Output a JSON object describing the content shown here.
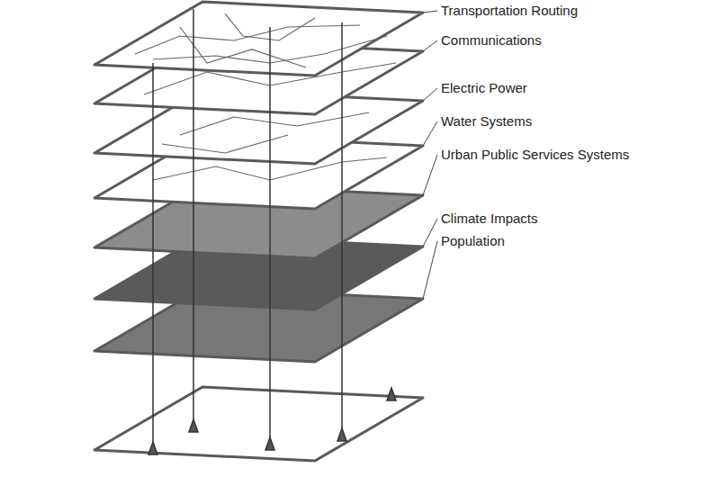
{
  "diagram": {
    "labels": [
      "Transportation Routing",
      "Communications",
      "Electric Power",
      "Water Systems",
      "Urban Public Services Systems",
      "Climate Impacts",
      "Population"
    ]
  }
}
